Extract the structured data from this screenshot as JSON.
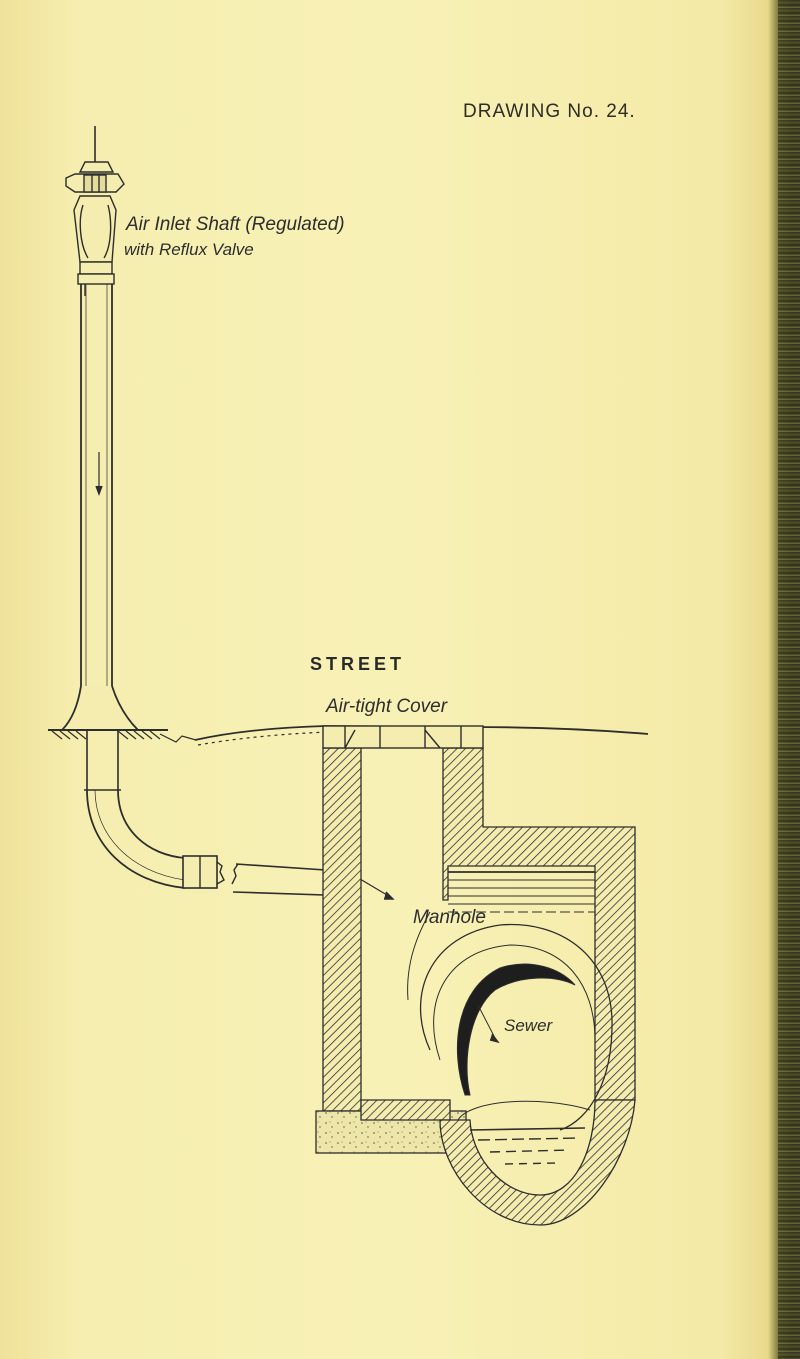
{
  "header": {
    "drawing_number": "DRAWING No. 24."
  },
  "labels": {
    "shaft_line1": "Air Inlet Shaft (Regulated)",
    "shaft_line2": "with Reflux Valve",
    "street": "STREET",
    "cover": "Air-tight Cover",
    "manhole": "Manhole",
    "sewer": "Sewer"
  },
  "colors": {
    "paper": "#f6eeb0",
    "ink": "#2d2d2d"
  }
}
